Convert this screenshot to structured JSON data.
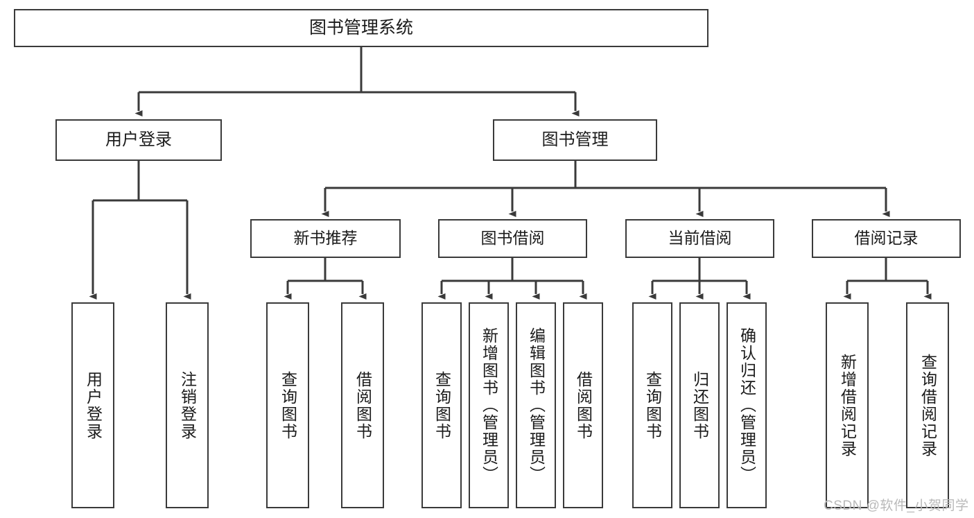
{
  "diagram": {
    "title": "图书管理系统",
    "type": "tree-hierarchy-chart",
    "line_color": "#3a3a3a",
    "box_fill": "#ffffff",
    "text_color": "#1b1b1b",
    "nodes": {
      "root": {
        "label": "图书管理系统"
      },
      "level1": [
        {
          "label": "用户登录"
        },
        {
          "label": "图书管理"
        }
      ],
      "level2": [
        {
          "label": "新书推荐"
        },
        {
          "label": "图书借阅"
        },
        {
          "label": "当前借阅"
        },
        {
          "label": "借阅记录"
        }
      ],
      "leaves": [
        {
          "label": "用户登录",
          "parent": "用户登录"
        },
        {
          "label": "注销登录",
          "parent": "用户登录"
        },
        {
          "label": "查询图书",
          "parent": "新书推荐"
        },
        {
          "label": "借阅图书",
          "parent": "新书推荐"
        },
        {
          "label": "查询图书",
          "parent": "图书借阅"
        },
        {
          "label": "新增图书（管理员）",
          "parent": "图书借阅"
        },
        {
          "label": "编辑图书（管理员）",
          "parent": "图书借阅"
        },
        {
          "label": "借阅图书",
          "parent": "图书借阅"
        },
        {
          "label": "查询图书",
          "parent": "当前借阅"
        },
        {
          "label": "归还图书",
          "parent": "当前借阅"
        },
        {
          "label": "确认归还（管理员）",
          "parent": "当前借阅"
        },
        {
          "label": "新增借阅记录",
          "parent": "借阅记录"
        },
        {
          "label": "查询借阅记录",
          "parent": "借阅记录"
        }
      ]
    }
  },
  "watermark": {
    "text": "CSDN @软件_小贺同学"
  }
}
